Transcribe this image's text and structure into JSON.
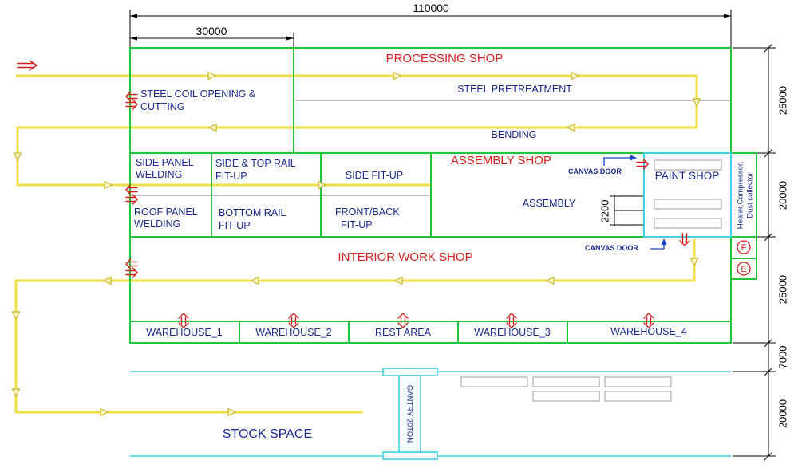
{
  "dimensions": {
    "overall_length": "110000",
    "processing_width": "30000",
    "right_side": [
      "25000",
      "20000",
      "25000",
      "7000",
      "20000"
    ],
    "assembly_door_height": "2200"
  },
  "processing_shop": {
    "title": "PROCESSING SHOP",
    "steel_coil": [
      "STEEL COIL OPENING &",
      "CUTTING"
    ],
    "steel_pretreatment": "STEEL PRETREATMENT",
    "bending": "BENDING"
  },
  "assembly_shop": {
    "title": "ASSEMBLY SHOP",
    "side_panel_welding": [
      "SIDE PANEL",
      "WELDING"
    ],
    "roof_panel_welding": [
      "ROOF PANEL",
      "WELDING"
    ],
    "side_top_rail_fitup": [
      "SIDE & TOP RAIL",
      "FIT-UP"
    ],
    "bottom_rail_fitup": [
      "BOTTOM RAIL",
      "FIT-UP"
    ],
    "side_fitup": "SIDE FIT-UP",
    "front_back_fitup": [
      "FRONT/BACK",
      "FIT-UP"
    ],
    "assembly": "ASSEMBLY",
    "canvas_door": "CANVAS DOOR"
  },
  "paint_shop": {
    "title": "PAINT SHOP"
  },
  "utility_room": [
    "Heater,Compressor,",
    "Dust collector"
  ],
  "utility_markers": [
    "F",
    "E"
  ],
  "interior_work_shop": {
    "title": "INTERIOR WORK SHOP",
    "canvas_door": "CANVAS DOOR"
  },
  "bottom_row": [
    "WAREHOUSE_1",
    "WAREHOUSE_2",
    "REST AREA",
    "WAREHOUSE_3",
    "WAREHOUSE_4"
  ],
  "stock_space": {
    "title": "STOCK SPACE",
    "gantry": "GANTRY 20TON"
  },
  "colors": {
    "walls": "#21c43a",
    "material_flow": "#efe04a",
    "flow_arrows": "#c9b72a",
    "crane_rail": "#3fd3e3",
    "partitions": "#9c9c9c",
    "shop_titles": "#d41f1f",
    "labels": "#1b2a8a",
    "doors": "#d41f1f",
    "canvas_door_arrows": "#1d3fc4"
  },
  "icons": {
    "start": "double-arrow-right-icon",
    "door": "double-arrow-icon",
    "warehouse_door": "double-arrow-updown-icon",
    "flow": "flow-triangle-icon",
    "canvas_door": "arrow-icon"
  }
}
